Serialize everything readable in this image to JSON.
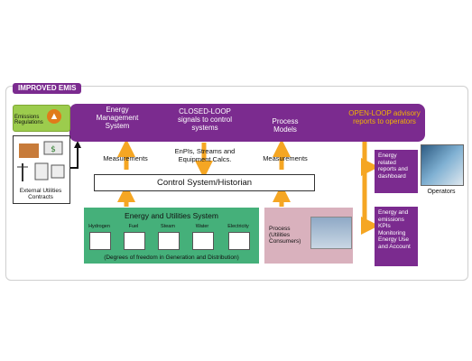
{
  "title": "IMPROVED EMIS",
  "emissions": {
    "label": "Emissions Regulations"
  },
  "external": {
    "label": "External Utilities Contracts"
  },
  "emis_bar": {
    "ems": "Energy Management System",
    "closed_loop": "CLOSED-LOOP signals to control systems",
    "process_models": "Process Models",
    "open_loop": "OPEN-LOOP advisory reports to operators"
  },
  "measurements_left": "Measurements",
  "measurements_right": "Measurements",
  "enpis": "EnPIs, Streams and Equipment Calcs.",
  "control_system": "Control System/Historian",
  "energy_utilities": {
    "title": "Energy and Utilities System",
    "items": [
      "Hydrogen",
      "Fuel",
      "Steam",
      "Water",
      "Electricity"
    ],
    "footer": "(Degrees of freedom in Generation and Distribution)"
  },
  "process": {
    "label": "Process (Utilities Consumers)"
  },
  "reports": [
    "Energy related reports and dashboard",
    "Energy and emissions KPIs Monitoring Energy Use and Account"
  ],
  "operators": "Operators",
  "colors": {
    "purple": "#7b2b8f",
    "orange": "#f5a623",
    "green": "#45b07a",
    "pink": "#d9b1bd",
    "lime": "#9ccc4d",
    "gold": "#f2b400"
  }
}
